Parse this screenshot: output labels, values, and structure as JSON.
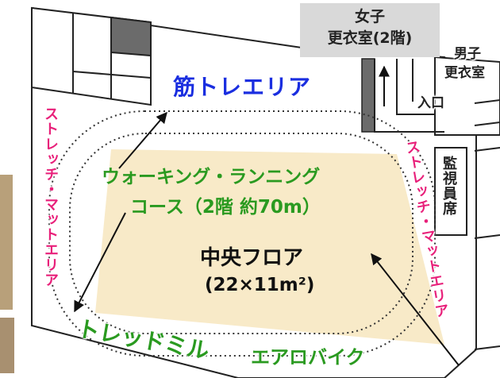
{
  "colors": {
    "floor_fill": "#f8eac8",
    "magenta": "#e8207a",
    "green": "#2a9a20",
    "blue": "#1a2ee0",
    "dark_gray": "#6b6b6b",
    "room_gray": "#d9d9d9",
    "line": "#222222"
  },
  "rooms": {
    "womens_line1": "女子",
    "womens_line2": "更衣室(2階)",
    "mens_line1": "男子",
    "mens_line2": "更衣室",
    "entrance": "入口",
    "monitor_seat": "監視員席"
  },
  "areas": {
    "strength": "筋トレエリア",
    "stretch_left": "ストレッチ・マットエリア",
    "stretch_right": "ストレッチ・マットエリア",
    "course_line1": "ウォーキング・ランニング",
    "course_line2": "コース（2階 約70m）",
    "center_title": "中央フロア",
    "center_size": "(22×11m²)",
    "treadmill": "トレッドミル",
    "aerobike": "エアロバイク"
  }
}
